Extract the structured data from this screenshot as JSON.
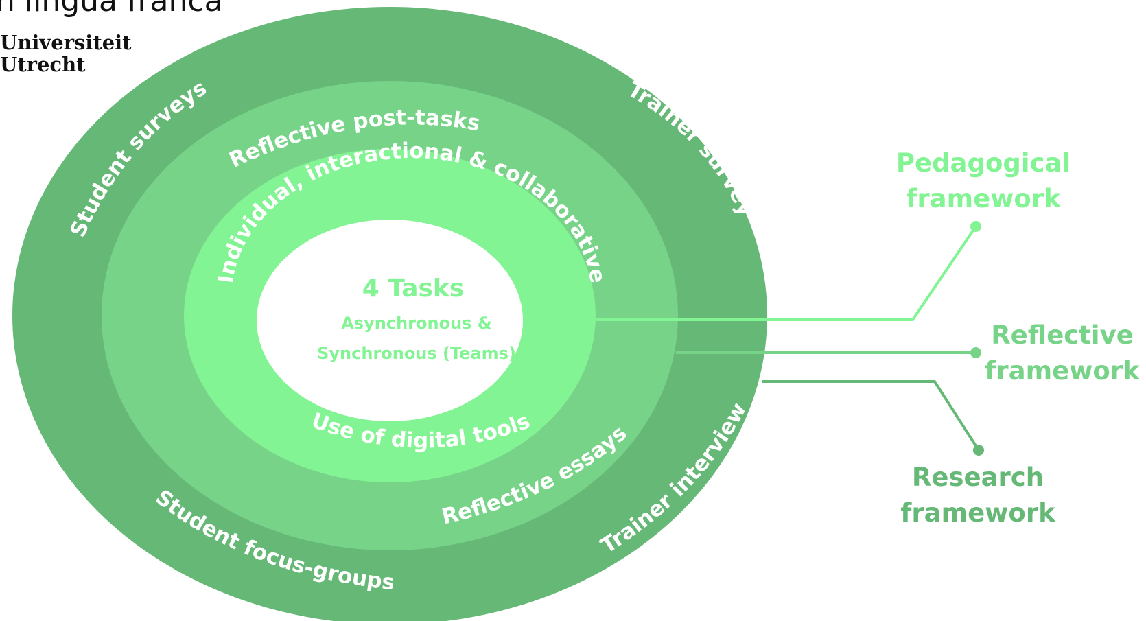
{
  "header": {
    "title_fragment": "n lingua franca",
    "logo_line1": "Universiteit",
    "logo_line2": "Utrecht"
  },
  "colors": {
    "outer_ring": "#66b877",
    "middle_ring": "#77d387",
    "inner_ring": "#83f493",
    "core": "#ffffff",
    "ring_text": "#ffffff",
    "core_text": "#83f493",
    "pedagogical": "#83f493",
    "reflective": "#77d387",
    "research": "#66b877"
  },
  "core": {
    "title": "4 Tasks",
    "line1": "Asynchronous &",
    "line2": "Synchronous (Teams)"
  },
  "inner_ring": {
    "top": "Individual, interactional & collaborative",
    "bottom": "Use of digital tools"
  },
  "middle_ring": {
    "top": "Reflective post-tasks",
    "bottom": "Reflective essays"
  },
  "outer_ring": {
    "top_left": "Student surveys",
    "top_right": "Trainer survey",
    "bottom_left": "Student focus-groups",
    "bottom_right": "Trainer interview"
  },
  "frameworks": [
    {
      "line1": "Pedagogical",
      "line2": "framework"
    },
    {
      "line1": "Reflective",
      "line2": "framework"
    },
    {
      "line1": "Research",
      "line2": "framework"
    }
  ]
}
